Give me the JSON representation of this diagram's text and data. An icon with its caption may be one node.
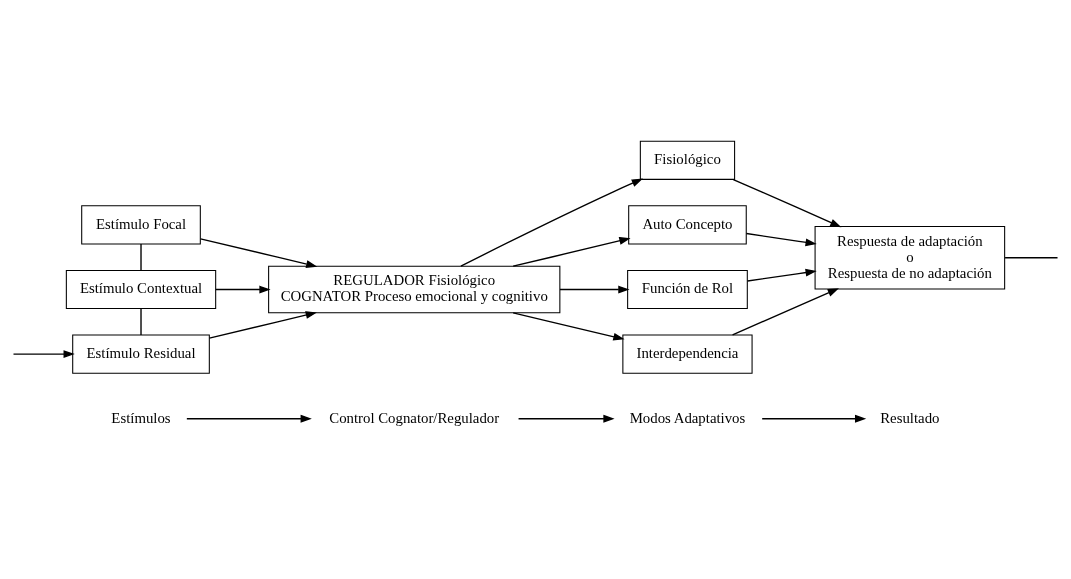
{
  "diagram": {
    "nodes": [
      {
        "text": [
          "Estímulos"
        ]
      },
      {
        "text": [
          "Control Cognator/Regulador"
        ]
      },
      {
        "text": [
          "Modos Adaptativos"
        ]
      },
      {
        "text": [
          "Resultado"
        ]
      },
      {
        "text": [
          "Estímulo Focal"
        ]
      },
      {
        "text": [
          "Estímulo Contextual"
        ]
      },
      {
        "text": [
          "Estímulo Residual"
        ]
      },
      {
        "text": [
          "REGULADOR Fisiológico",
          "COGNATOR Proceso emocional y cognitivo"
        ]
      },
      {
        "text": [
          "Fisiológico"
        ]
      },
      {
        "text": [
          "Auto Concepto"
        ]
      },
      {
        "text": [
          "Función de Rol"
        ]
      },
      {
        "text": [
          "Interdependencia"
        ]
      },
      {
        "text": [
          "Respuesta de adaptación",
          "o",
          "Respuesta de no adaptación"
        ]
      }
    ],
    "edges": [
      {
        "from": 0,
        "to": 1,
        "arrow": "to"
      },
      {
        "from": 1,
        "to": 2,
        "arrow": "to"
      },
      {
        "from": 2,
        "to": 3,
        "arrow": "to"
      },
      {
        "from": 4,
        "to": 7,
        "arrow": "to"
      },
      {
        "from": 4,
        "to": 5,
        "arrow": "none"
      },
      {
        "from": 5,
        "to": 7,
        "arrow": "to"
      },
      {
        "from": 5,
        "to": 6,
        "arrow": "none"
      },
      {
        "from": 6,
        "to": 7,
        "arrow": "to"
      },
      {
        "from": 7,
        "to": 8,
        "arrow": "to"
      },
      {
        "from": 7,
        "to": 9,
        "arrow": "to"
      },
      {
        "from": 7,
        "to": 10,
        "arrow": "to"
      },
      {
        "from": 7,
        "to": 11,
        "arrow": "to"
      },
      {
        "from": 8,
        "to": 12,
        "arrow": "to"
      },
      {
        "from": 9,
        "to": 12,
        "arrow": "to"
      },
      {
        "from": 10,
        "to": 12,
        "arrow": "to"
      },
      {
        "from": 11,
        "to": 12,
        "arrow": "to"
      },
      {
        "from": null,
        "to": 6,
        "arrow": "to"
      },
      {
        "from": 12,
        "to": null,
        "arrow": "none"
      }
    ]
  }
}
